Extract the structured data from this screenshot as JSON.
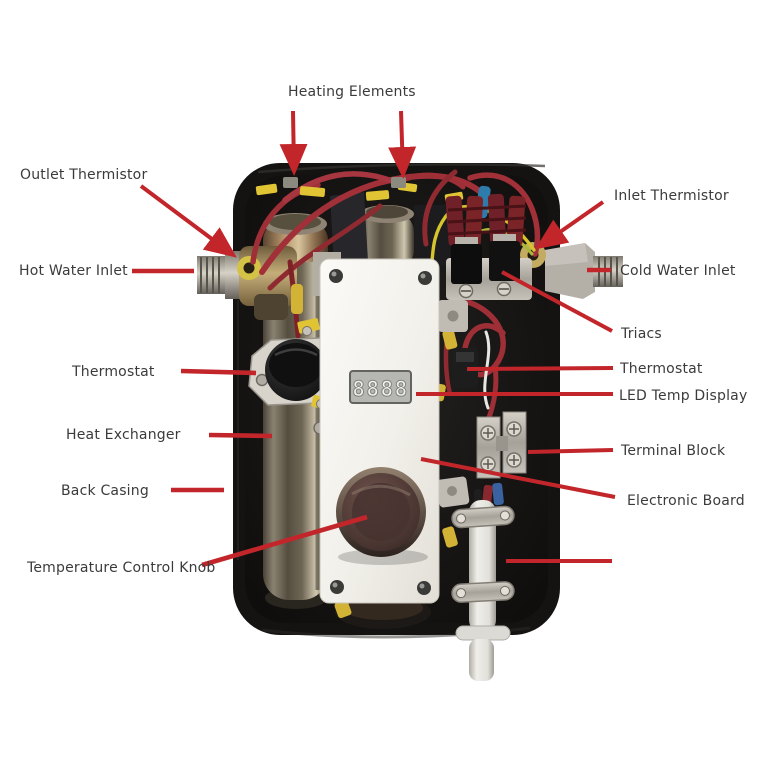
{
  "labels": {
    "heating_elements": "Heating Elements",
    "outlet_thermistor": "Outlet Thermistor",
    "hot_water_inlet": "Hot Water Inlet",
    "thermostat_left": "Thermostat",
    "heat_exchanger": "Heat Exchanger",
    "back_casing": "Back Casing",
    "temperature_control_knob": "Temperature Control Knob",
    "inlet_thermistor": "Inlet Thermistor",
    "cold_water_inlet": "Cold Water Inlet",
    "triacs": "Triacs",
    "thermostat_right": "Thermostat",
    "led_temp_display": "LED Temp Display",
    "terminal_block": "Terminal Block",
    "electronic_board": "Electronic Board"
  },
  "led_display": {
    "digits": "8888"
  },
  "colors": {
    "annotation_red": "#c2262b",
    "label_text": "#3b3b3b",
    "background": "#ffffff",
    "casing_black": "#141312",
    "panel_white": "#f4f2ee",
    "wire_red": "#9e2f36",
    "wire_yellow": "#d6c42e",
    "knob_brown": "#4c3733"
  }
}
